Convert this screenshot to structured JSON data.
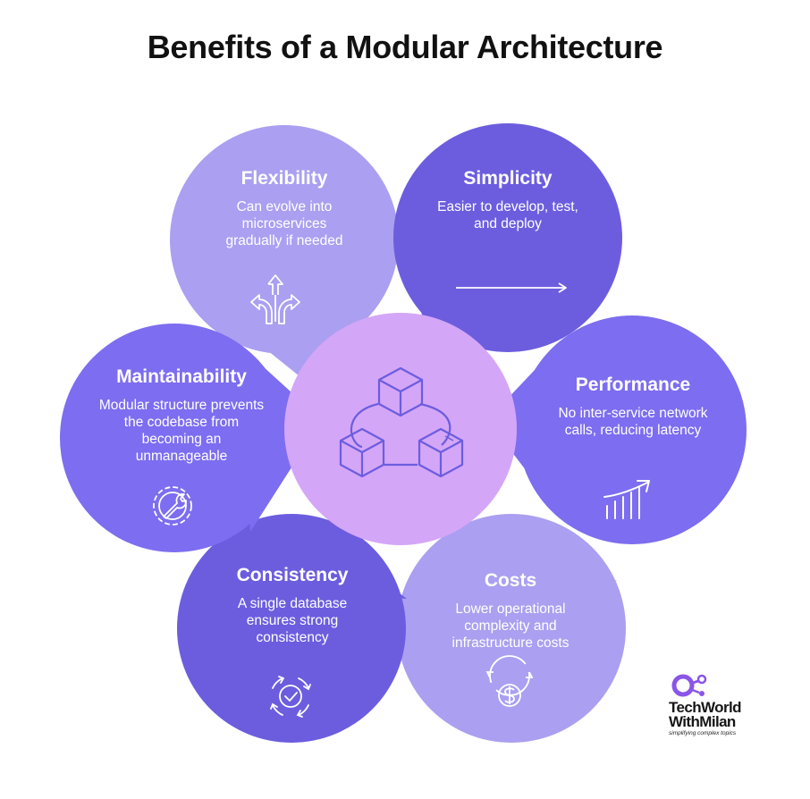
{
  "title": "Benefits of a Modular Architecture",
  "colors": {
    "light_lavender": "#ab9ff1",
    "deep_indigo": "#6c5ddf",
    "medium_violet": "#7d6df0",
    "center": "#d4a6f8",
    "text": "#ffffff"
  },
  "center": {
    "icon": "modules-cubes-icon"
  },
  "petals": [
    {
      "key": "flexibility",
      "title": "Flexibility",
      "desc": "Can evolve into microservices gradually if needed",
      "icon": "diverging-arrows-icon"
    },
    {
      "key": "simplicity",
      "title": "Simplicity",
      "desc": "Easier to develop, test, and deploy",
      "icon": "straight-arrow-icon"
    },
    {
      "key": "performance",
      "title": "Performance",
      "desc": "No inter-service network calls, reducing latency",
      "icon": "rising-chart-icon"
    },
    {
      "key": "costs",
      "title": "Costs",
      "desc": "Lower operational complexity and infrastructure costs",
      "icon": "dollar-gear-icon"
    },
    {
      "key": "consistency",
      "title": "Consistency",
      "desc": "A single database ensures strong consistency",
      "icon": "cycle-check-icon"
    },
    {
      "key": "maintainability",
      "title": "Maintainability",
      "desc": "Modular structure prevents the codebase from becoming an unmanageable",
      "icon": "wrench-gear-icon"
    }
  ],
  "logo": {
    "line1": "TechWorld",
    "line2": "WithMilan",
    "tagline": "simplifying complex topics"
  }
}
